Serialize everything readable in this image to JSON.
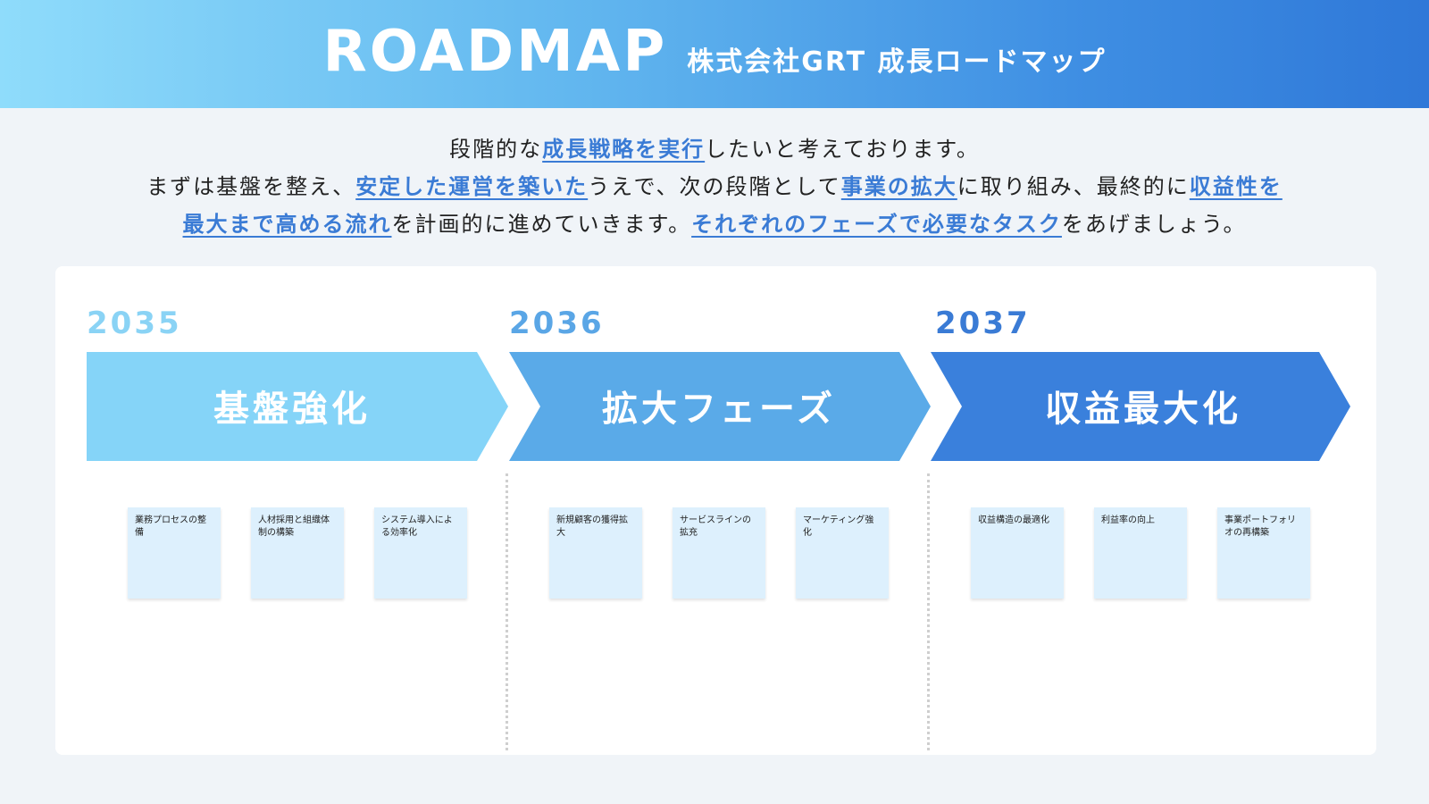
{
  "header": {
    "title": "ROADMAP",
    "subtitle": "株式会社GRT 成長ロードマップ"
  },
  "intro": {
    "line1": [
      {
        "t": "段階的な",
        "hl": false
      },
      {
        "t": "成長戦略を実行",
        "hl": true
      },
      {
        "t": "したいと考えております。",
        "hl": false
      }
    ],
    "line2": [
      {
        "t": "まずは基盤を整え、",
        "hl": false
      },
      {
        "t": "安定した運営を築いた",
        "hl": true
      },
      {
        "t": "うえで、次の段階として",
        "hl": false
      },
      {
        "t": "事業の拡大",
        "hl": true
      },
      {
        "t": "に取り組み、最終的に",
        "hl": false
      },
      {
        "t": "収益性を",
        "hl": true
      }
    ],
    "line3": [
      {
        "t": "最大まで高める流れ",
        "hl": true
      },
      {
        "t": "を計画的に進めていきます。",
        "hl": false
      },
      {
        "t": "それぞれのフェーズで必要なタスク",
        "hl": true
      },
      {
        "t": "をあげましょう。",
        "hl": false
      }
    ]
  },
  "phases": [
    {
      "year": "2035",
      "label": "基盤強化",
      "color": "#85d4f8",
      "tasks": [
        "業務プロセスの整備",
        "人材採用と組織体制の構築",
        "システム導入による効率化"
      ]
    },
    {
      "year": "2036",
      "label": "拡大フェーズ",
      "color": "#5aaae8",
      "tasks": [
        "新規顧客の獲得拡大",
        "サービスラインの拡充",
        "マーケティング強化"
      ]
    },
    {
      "year": "2037",
      "label": "収益最大化",
      "color": "#3a80dc",
      "tasks": [
        "収益構造の最適化",
        "利益率の向上",
        "事業ポートフォリオの再構築"
      ]
    }
  ],
  "colors": {
    "accent": "#3a7bd5",
    "card_bg": "#ddf0fd",
    "page_bg": "#f0f4f8"
  }
}
